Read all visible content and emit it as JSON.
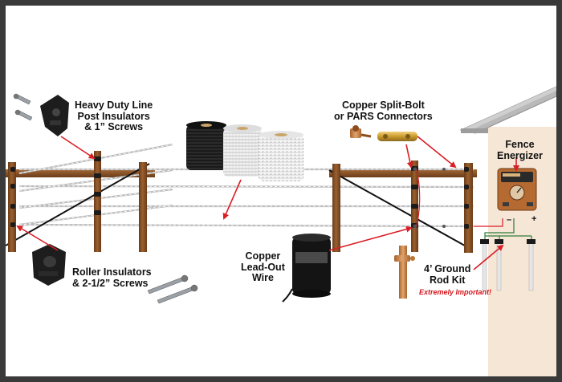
{
  "labels": {
    "line_post_insulators": [
      "Heavy Duty Line",
      "Post Insulators",
      "& 1” Screws"
    ],
    "copper_connectors": [
      "Copper Split-Bolt",
      "or PARS Connectors"
    ],
    "fence_energizer": [
      "Fence",
      "Energizer"
    ],
    "roller_insulators": [
      "Roller Insulators",
      "& 2-1/2” Screws"
    ],
    "lead_out_wire": [
      "Copper",
      "Lead-Out",
      "Wire"
    ],
    "ground_rod_kit": [
      "4’ Ground",
      "Rod Kit"
    ],
    "ground_rod_note": "Extremely Important!",
    "energizer_minus": "–",
    "energizer_plus": "+"
  },
  "colors": {
    "post_wood": "#8a5328",
    "post_wood_dark": "#5e3416",
    "arrow_red": "#d91e25",
    "note_red": "#d4151b",
    "wire_gray": "#b9b9b9",
    "building_wall": "#f6e6d6",
    "energizer_body": "#b56a32",
    "border": "#3a3a3a"
  },
  "icons": [
    "line-post-insulator-icon",
    "roller-insulator-icon",
    "split-bolt-connector-icon",
    "wire-spool-icon",
    "ground-rod-icon",
    "screw-icon",
    "energizer-icon"
  ]
}
